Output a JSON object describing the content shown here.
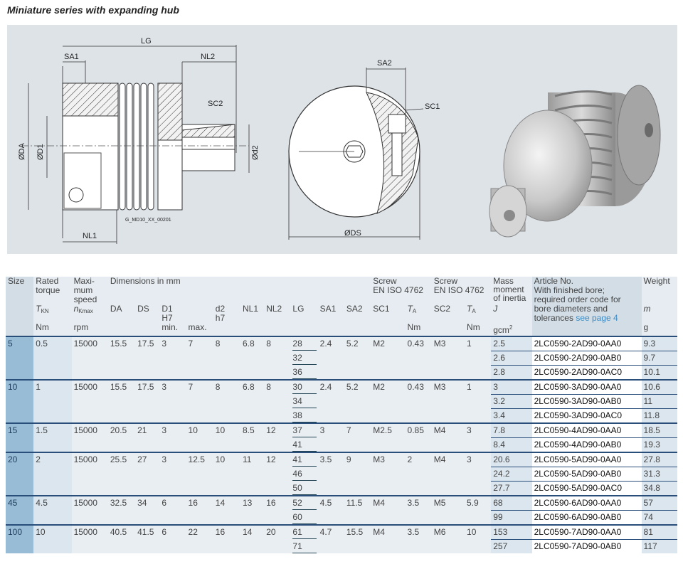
{
  "title": "Miniature series with expanding hub",
  "drawing": {
    "labels": {
      "lg": "LG",
      "sa1": "SA1",
      "nl2": "NL2",
      "sc2": "SC2",
      "da": "ØDA",
      "d1": "ØD1",
      "d2": "Ød2",
      "nl1": "NL1",
      "code": "G_MD10_XX_00201",
      "sa2": "SA2",
      "sc1": "SC1",
      "ds": "ØDS"
    }
  },
  "table": {
    "header": {
      "size": "Size",
      "rated1": "Rated",
      "rated2": "torque",
      "rated_sym": "T",
      "rated_sub": "KN",
      "rated_unit": "Nm",
      "maxi1": "Maxi-",
      "maxi2": "mum",
      "maxi3": "speed",
      "maxi_sym": "n",
      "maxi_sub": "Kmax",
      "maxi_unit": "rpm",
      "dims": "Dimensions in mm",
      "da": "DA",
      "ds": "DS",
      "d1": "D1",
      "d1_tol": "H7",
      "d1_min": "min.",
      "d1_max": "max.",
      "d2": "d2",
      "d2_tol": "h7",
      "nl1": "NL1",
      "nl2": "NL2",
      "lg": "LG",
      "sa1": "SA1",
      "sa2": "SA2",
      "screw1_a": "Screw",
      "screw1_b": "EN ISO 4762",
      "sc1": "SC1",
      "ta1_sym": "T",
      "ta1_sub": "A",
      "ta1_unit": "Nm",
      "screw2_a": "Screw",
      "screw2_b": "EN ISO 4762",
      "sc2": "SC2",
      "ta2_sym": "T",
      "ta2_sub": "A",
      "ta2_unit": "Nm",
      "mass1": "Mass",
      "mass2": "moment",
      "mass3": "of inertia",
      "mass_sym": "J",
      "mass_unit": "gcm",
      "mass_unit_sup": "2",
      "art1": "Article No.",
      "art2": "With finished bore;",
      "art3": "required order code for",
      "art4": "bore diameters and",
      "art5": "tolerances",
      "art_link": "see page 4",
      "weight": "Weight",
      "weight_sym": "m",
      "weight_unit": "g"
    },
    "groups": [
      {
        "size": "5",
        "torque": "0.5",
        "speed": "15000",
        "da": "15.5",
        "ds": "17.5",
        "d1min": "3",
        "d1max": "7",
        "d2": "8",
        "nl1": "6.8",
        "nl2": "8",
        "sa1": "2.4",
        "sa2": "5.2",
        "sc1": "M2",
        "ta1": "0.43",
        "sc2": "M3",
        "ta2": "1",
        "rows": [
          {
            "lg": "28",
            "j": "2.5",
            "article": "2LC0590-2AD90-0AA0",
            "weight": "9.3"
          },
          {
            "lg": "32",
            "j": "2.6",
            "article": "2LC0590-2AD90-0AB0",
            "weight": "9.7"
          },
          {
            "lg": "36",
            "j": "2.8",
            "article": "2LC0590-2AD90-0AC0",
            "weight": "10.1"
          }
        ]
      },
      {
        "size": "10",
        "torque": "1",
        "speed": "15000",
        "da": "15.5",
        "ds": "17.5",
        "d1min": "3",
        "d1max": "7",
        "d2": "8",
        "nl1": "6.8",
        "nl2": "8",
        "sa1": "2.4",
        "sa2": "5.2",
        "sc1": "M2",
        "ta1": "0.43",
        "sc2": "M3",
        "ta2": "1",
        "rows": [
          {
            "lg": "30",
            "j": "3",
            "article": "2LC0590-3AD90-0AA0",
            "weight": "10.6"
          },
          {
            "lg": "34",
            "j": "3.2",
            "article": "2LC0590-3AD90-0AB0",
            "weight": "11"
          },
          {
            "lg": "38",
            "j": "3.4",
            "article": "2LC0590-3AD90-0AC0",
            "weight": "11.8"
          }
        ]
      },
      {
        "size": "15",
        "torque": "1.5",
        "speed": "15000",
        "da": "20.5",
        "ds": "21",
        "d1min": "3",
        "d1max": "10",
        "d2": "10",
        "nl1": "8.5",
        "nl2": "12",
        "sa1": "3",
        "sa2": "7",
        "sc1": "M2.5",
        "ta1": "0.85",
        "sc2": "M4",
        "ta2": "3",
        "rows": [
          {
            "lg": "37",
            "j": "7.8",
            "article": "2LC0590-4AD90-0AA0",
            "weight": "18.5"
          },
          {
            "lg": "41",
            "j": "8.4",
            "article": "2LC0590-4AD90-0AB0",
            "weight": "19.3"
          }
        ]
      },
      {
        "size": "20",
        "torque": "2",
        "speed": "15000",
        "da": "25.5",
        "ds": "27",
        "d1min": "3",
        "d1max": "12.5",
        "d2": "10",
        "nl1": "11",
        "nl2": "12",
        "sa1": "3.5",
        "sa2": "9",
        "sc1": "M3",
        "ta1": "2",
        "sc2": "M4",
        "ta2": "3",
        "rows": [
          {
            "lg": "41",
            "j": "20.6",
            "article": "2LC0590-5AD90-0AA0",
            "weight": "27.8"
          },
          {
            "lg": "46",
            "j": "24.2",
            "article": "2LC0590-5AD90-0AB0",
            "weight": "31.3"
          },
          {
            "lg": "50",
            "j": "27.7",
            "article": "2LC0590-5AD90-0AC0",
            "weight": "34.8"
          }
        ]
      },
      {
        "size": "45",
        "torque": "4.5",
        "speed": "15000",
        "da": "32.5",
        "ds": "34",
        "d1min": "6",
        "d1max": "16",
        "d2": "14",
        "nl1": "13",
        "nl2": "16",
        "sa1": "4.5",
        "sa2": "11.5",
        "sc1": "M4",
        "ta1": "3.5",
        "sc2": "M5",
        "ta2": "5.9",
        "rows": [
          {
            "lg": "52",
            "j": "68",
            "article": "2LC0590-6AD90-0AA0",
            "weight": "57"
          },
          {
            "lg": "60",
            "j": "99",
            "article": "2LC0590-6AD90-0AB0",
            "weight": "74"
          }
        ]
      },
      {
        "size": "100",
        "torque": "10",
        "speed": "15000",
        "da": "40.5",
        "ds": "41.5",
        "d1min": "6",
        "d1max": "22",
        "d2": "16",
        "nl1": "14",
        "nl2": "20",
        "sa1": "4.7",
        "sa2": "15.5",
        "sc1": "M4",
        "ta1": "3.5",
        "sc2": "M6",
        "ta2": "10",
        "rows": [
          {
            "lg": "61",
            "j": "153",
            "article": "2LC0590-7AD90-0AA0",
            "weight": "81"
          },
          {
            "lg": "71",
            "j": "257",
            "article": "2LC0590-7AD90-0AB0",
            "weight": "117"
          }
        ]
      }
    ]
  }
}
